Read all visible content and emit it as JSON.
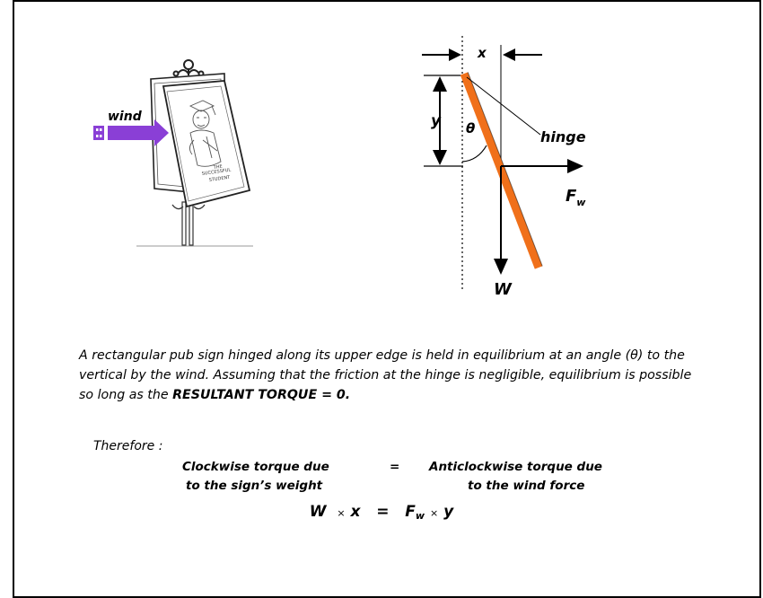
{
  "labels": {
    "wind": "wind",
    "sign_line1": "THE",
    "sign_line2": "SUCCESSFUL",
    "sign_line3": "STUDENT",
    "x": "x",
    "y": "y",
    "theta": "θ",
    "hinge": "hinge",
    "fw_main": "F",
    "fw_sub": "w",
    "weight": "W"
  },
  "paragraph": {
    "text": "A rectangular pub sign hinged along its upper edge is held in equilibrium at an angle (θ) to the vertical by the wind.  Assuming that the friction at the hinge is negligible, equilibrium is possible so long as the ",
    "emphasis": "RESULTANT TORQUE = 0."
  },
  "therefore": "Therefore :",
  "equation": {
    "left_line1": "Clockwise torque due",
    "left_line2": "to the sign’s weight",
    "equals": "=",
    "right_line1": "Anticlockwise torque due",
    "right_line2": "to the wind force"
  },
  "final_equation": {
    "w": "W",
    "times1": "×",
    "x": "x",
    "equals": "=",
    "f": "F",
    "f_sub": "w",
    "times2": "×",
    "y": "y"
  },
  "colors": {
    "wind_arrow": "#8a3fd6",
    "sign_bar": "#f0701a"
  }
}
